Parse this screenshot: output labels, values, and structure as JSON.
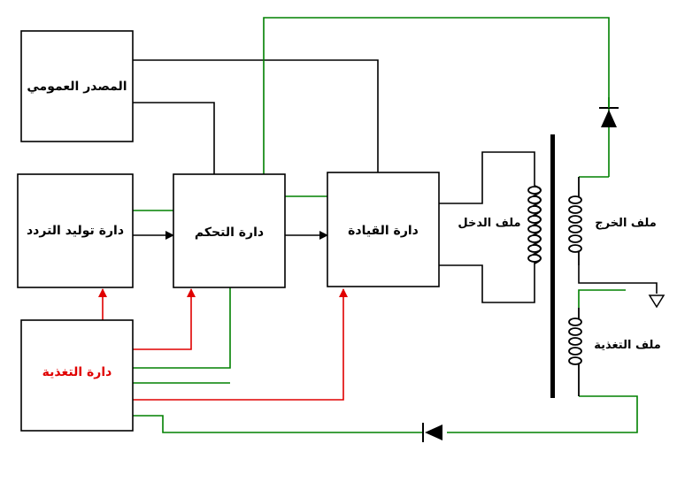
{
  "blocks": {
    "general_source": "المصدر العمومي",
    "frequency_generator": "دارة توليد التردد",
    "control_circuit": "دارة التحكم",
    "drive_circuit": "دارة القيادة",
    "feedback_circuit": "دارة التغذية"
  },
  "coils": {
    "input_coil": "ملف الدخل",
    "output_coil": "ملف الخرج",
    "feedback_coil": "ملف التغذية"
  },
  "colors": {
    "black_wire": "#000000",
    "green_wire": "#008000",
    "red_wire": "#e00000",
    "feedback_text": "#e00000",
    "block_fill": "#ffffff"
  }
}
